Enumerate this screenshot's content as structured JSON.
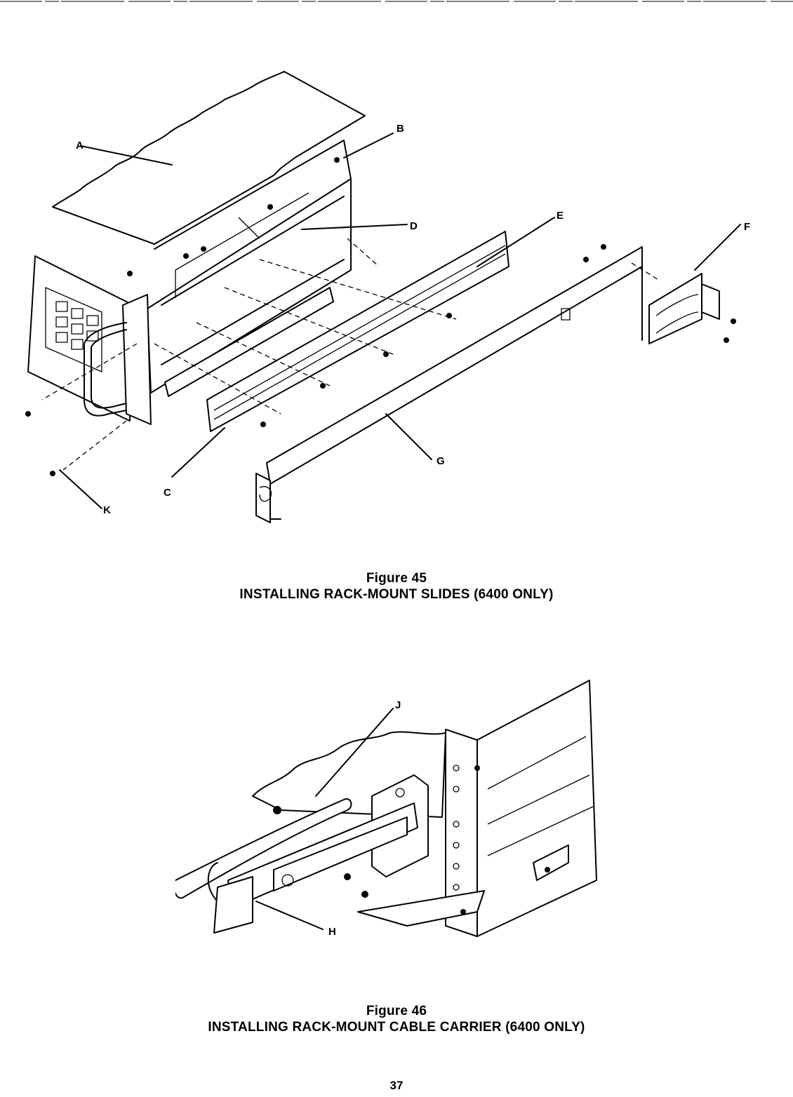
{
  "figures": [
    {
      "number_label": "Figure 45",
      "title": "INSTALLING RACK-MOUNT SLIDES (6400 ONLY)",
      "callouts": [
        "A",
        "B",
        "C",
        "D",
        "E",
        "F",
        "G",
        "K"
      ]
    },
    {
      "number_label": "Figure 46",
      "title": "INSTALLING RACK-MOUNT CABLE CARRIER (6400 ONLY)",
      "callouts": [
        "J",
        "H"
      ]
    }
  ],
  "page_number": "37"
}
